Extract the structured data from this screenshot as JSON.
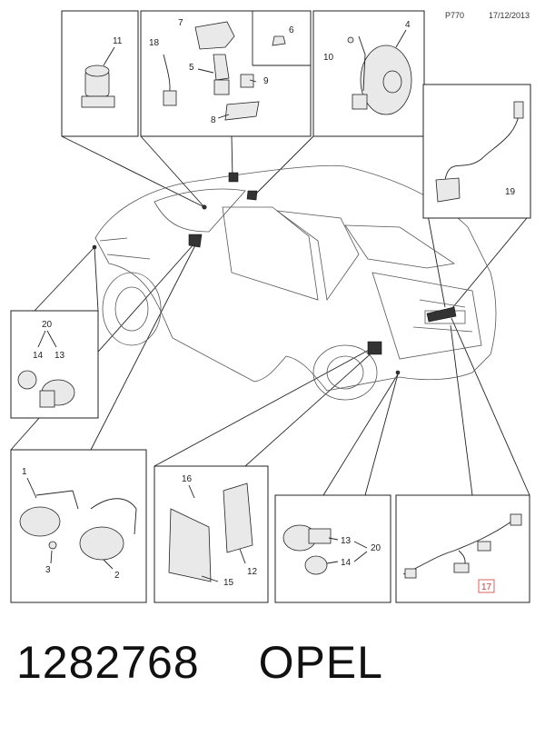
{
  "header": {
    "code": "P770",
    "date": "17/12/2013"
  },
  "callouts": {
    "c1": "1",
    "c2": "2",
    "c3": "3",
    "c4": "4",
    "c5": "5",
    "c6": "6",
    "c7": "7",
    "c8": "8",
    "c9": "9",
    "c10": "10",
    "c11": "11",
    "c12": "12",
    "c13a": "13",
    "c13b": "13",
    "c14a": "14",
    "c14b": "14",
    "c15": "15",
    "c16": "16",
    "c17": "17",
    "c18": "18",
    "c19": "19",
    "c20a": "20",
    "c20b": "20"
  },
  "footer": {
    "part_number": "1282768",
    "brand": "OPEL"
  },
  "colors": {
    "highlight": "#d23b3b",
    "line": "#222222"
  }
}
